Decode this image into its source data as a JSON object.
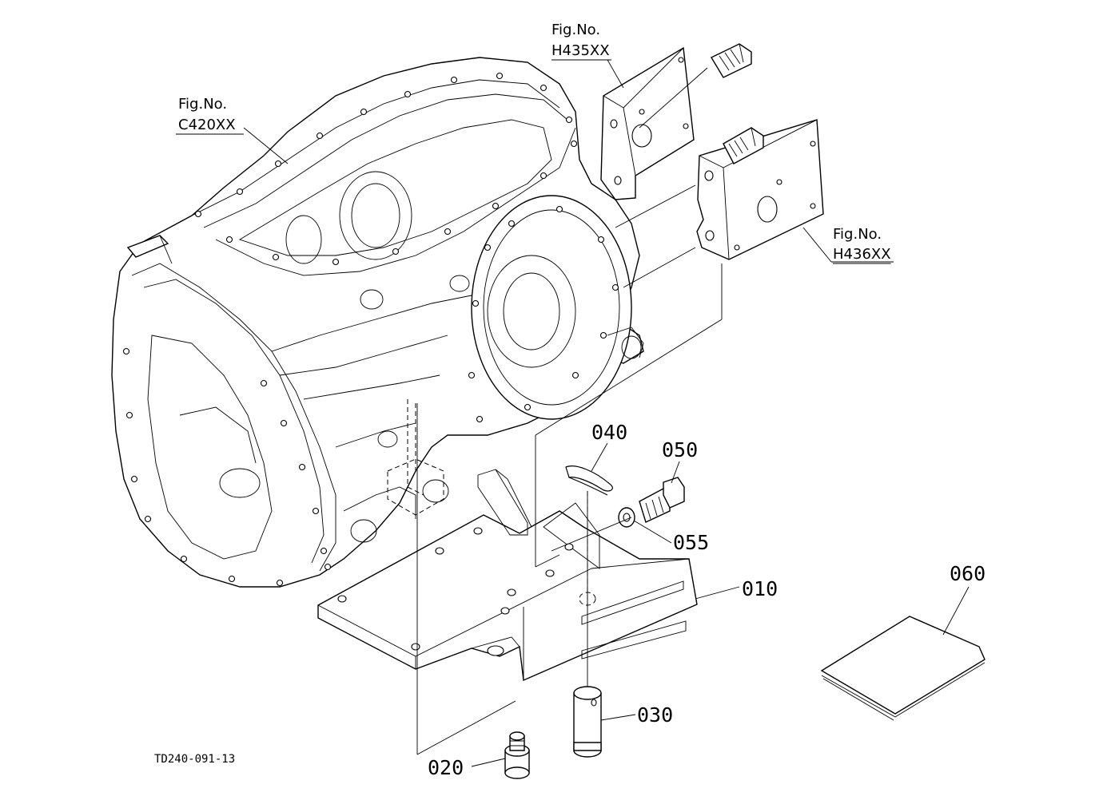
{
  "figure_refs": [
    {
      "caption": "Fig.No.",
      "code": "C420XX"
    },
    {
      "caption": "Fig.No.",
      "code": "H435XX"
    },
    {
      "caption": "Fig.No.",
      "code": "H436XX"
    }
  ],
  "part_labels": [
    "040",
    "050",
    "055",
    "010",
    "060",
    "030",
    "020"
  ],
  "drawing_id": "TD240-091-13"
}
